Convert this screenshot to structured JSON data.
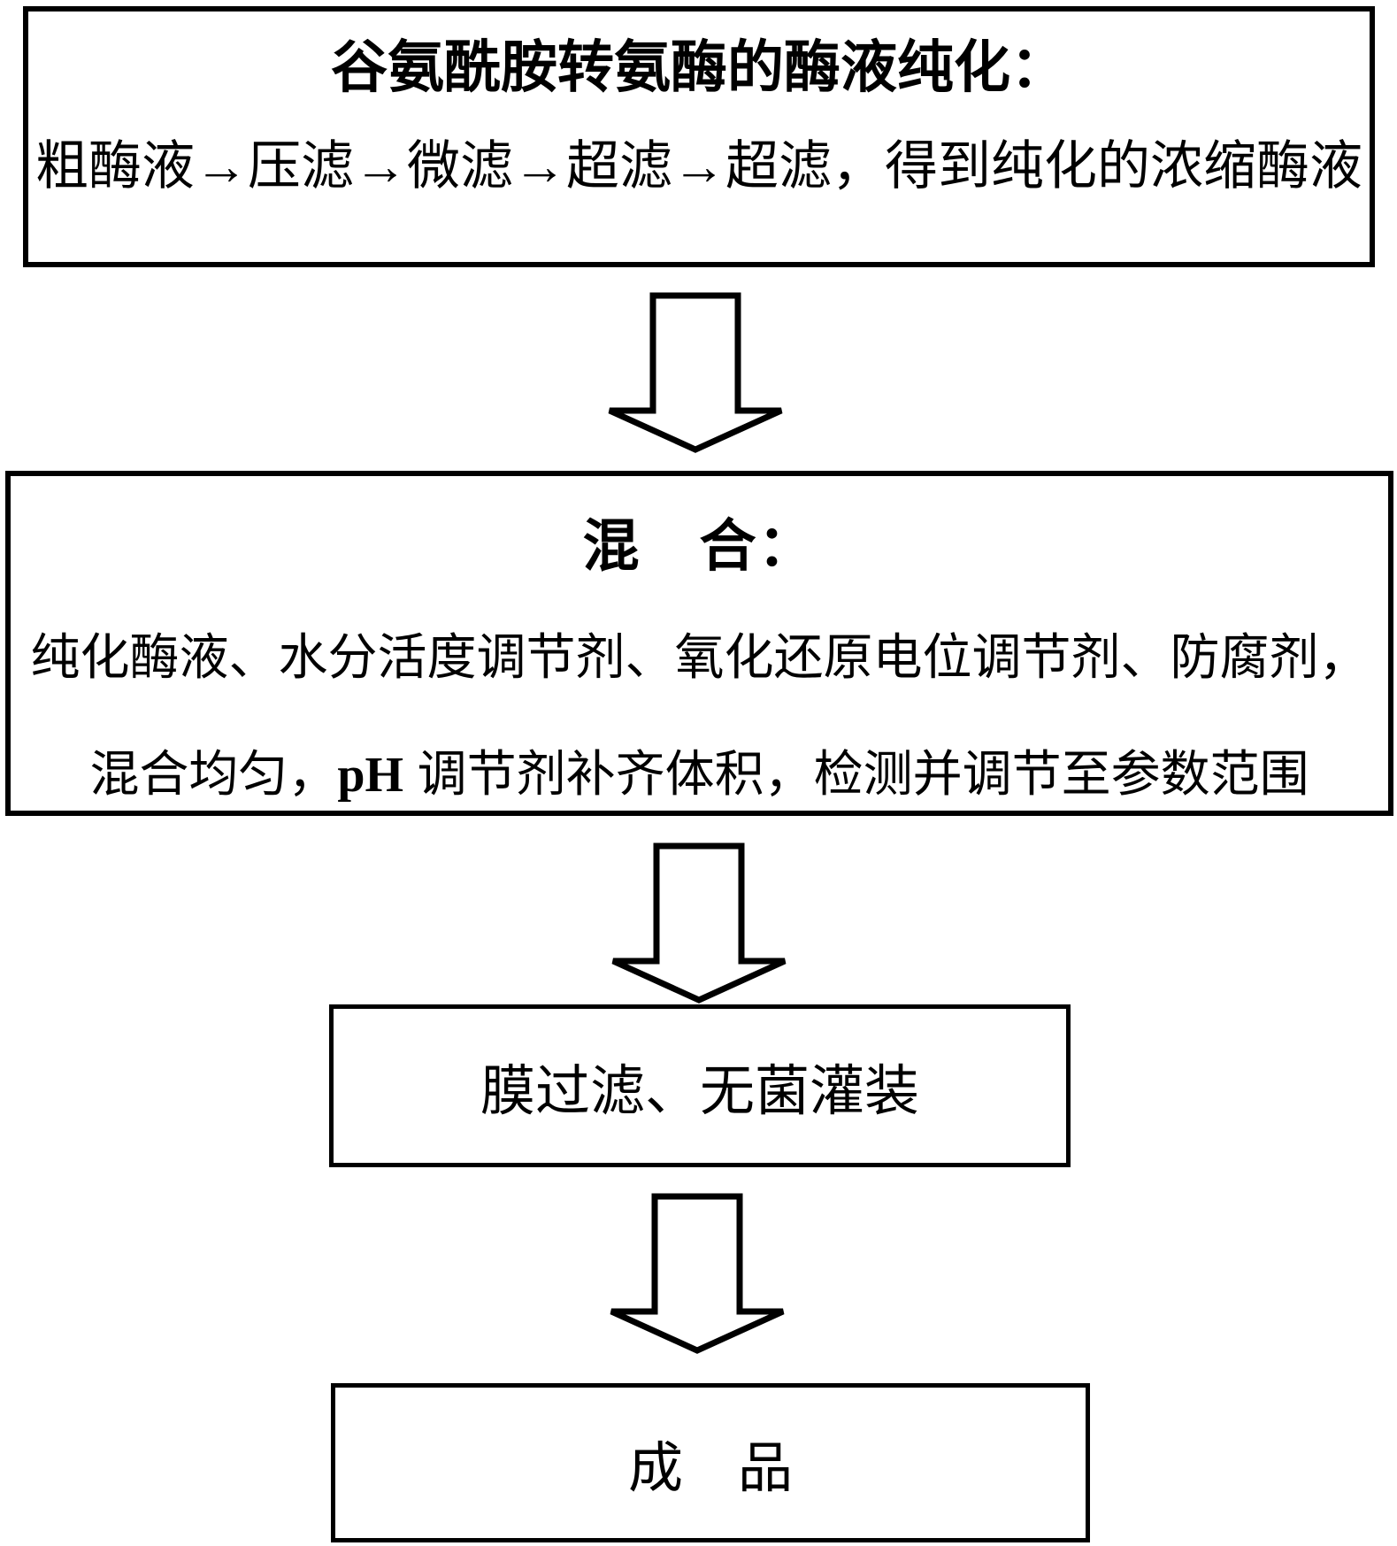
{
  "figure": {
    "type": "flowchart",
    "background_color": "#ffffff",
    "line_color": "#000000",
    "boxes": {
      "purification": {
        "title": "谷氨酰胺转氨酶的酶液纯化：",
        "body": "粗酶液→压滤→微滤→超滤→超滤，得到纯化的浓缩酶液"
      },
      "mixing": {
        "title": "混　合：",
        "line1": "纯化酶液、水分活度调节剂、氧化还原电位调节剂、防腐剂，",
        "line2_before_ph": "混合均匀，",
        "line2_ph": "pH",
        "line2_after_ph": " 调节剂补齐体积，检测并调节至参数范围"
      },
      "filtration": {
        "label": "膜过滤、无菌灌装"
      },
      "product": {
        "label": "成　品"
      }
    },
    "arrows": [
      {
        "icon": "down-arrow-icon"
      },
      {
        "icon": "down-arrow-icon"
      },
      {
        "icon": "down-arrow-icon"
      }
    ]
  }
}
